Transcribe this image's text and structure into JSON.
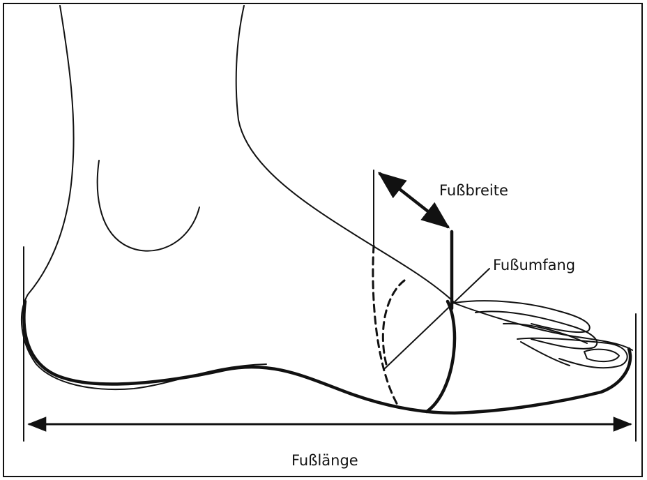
{
  "labels": {
    "width": "Fußbreite",
    "circumference": "Fußumfang",
    "length": "Fußlänge"
  },
  "colors": {
    "line": "#111111",
    "background": "#ffffff"
  }
}
